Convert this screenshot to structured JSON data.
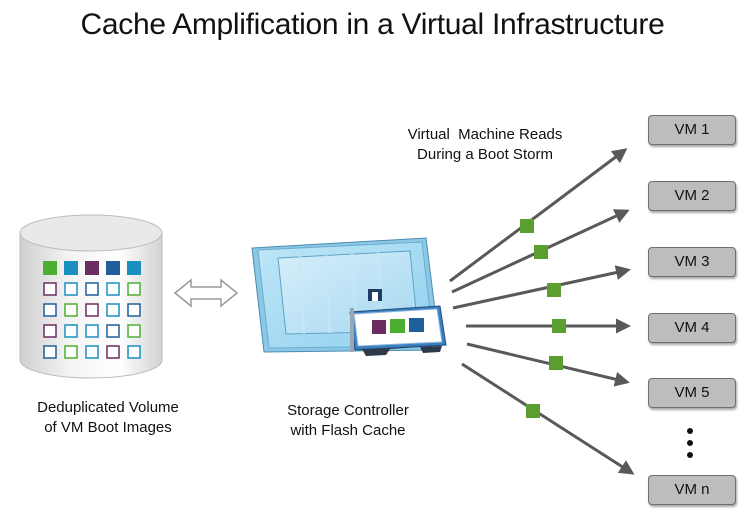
{
  "title": "Cache Amplification in a Virtual Infrastructure",
  "volume_caption": [
    "Deduplicated Volume",
    "of VM Boot Images"
  ],
  "controller_caption": [
    "Storage Controller",
    "with Flash Cache"
  ],
  "reads_caption": [
    "Virtual  Machine Reads",
    "During a Boot Storm"
  ],
  "vms": [
    "VM 1",
    "VM 2",
    "VM 3",
    "VM 4",
    "VM 5",
    "VM n"
  ],
  "colors": {
    "arrow": "#595959",
    "packet": "#5a9e2f",
    "purple": "#6a2d62",
    "teal": "#1b8fc0",
    "navy": "#1f5f9a",
    "green": "#4caf30",
    "card_blue": "#5fb6e0",
    "vm_fill": "#bdbdbd"
  },
  "icons": {
    "volume": "cylinder-icon",
    "controller": "storage-controller-icon",
    "flash": "flash-card-icon",
    "sync": "double-arrow-icon"
  }
}
